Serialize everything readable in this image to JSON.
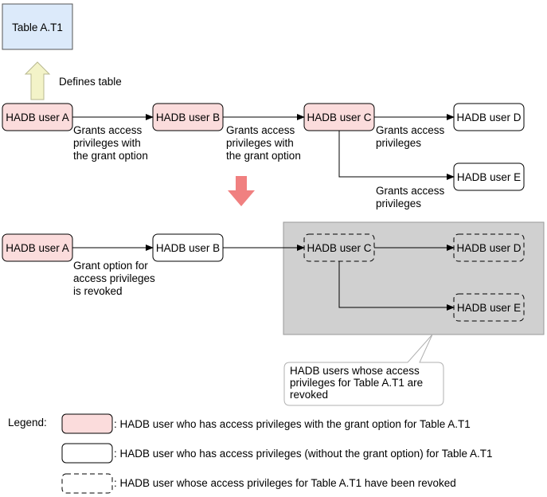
{
  "table": {
    "label": "Table A.T1"
  },
  "top": {
    "defines_label": "Defines table",
    "users": {
      "a": "HADB user A",
      "b": "HADB user B",
      "c": "HADB user C",
      "d": "HADB user D",
      "e": "HADB user E"
    },
    "grant_ab": [
      "Grants access",
      "privileges with",
      "the grant option"
    ],
    "grant_bc": [
      "Grants access",
      "privileges with",
      "the grant option"
    ],
    "grant_cd": [
      "Grants access",
      "privileges"
    ],
    "grant_ce": [
      "Grants access",
      "privileges"
    ]
  },
  "bottom": {
    "users": {
      "a": "HADB user A",
      "b": "HADB user B",
      "c": "HADB user C",
      "d": "HADB user D",
      "e": "HADB user E"
    },
    "revoke_ab": [
      "Grant option for",
      "access privileges",
      "is revoked"
    ]
  },
  "callout": [
    "HADB users whose access",
    "privileges for Table A.T1 are",
    "revoked"
  ],
  "legend": {
    "title": "Legend:",
    "grant_option": ": HADB user who has access privileges with the grant option for Table A.T1",
    "no_grant_option": ": HADB user who has access privileges (without the grant option) for Table A.T1",
    "revoked": ": HADB user whose access privileges for Table A.T1 have been revoked"
  },
  "colors": {
    "grant_fill": "#fbdcdc",
    "table_fill": "#dceafa",
    "up_arrow_fill": "#f3f3c8",
    "down_arrow_fill": "#f08080",
    "revoked_region": "#d0d0d0"
  }
}
